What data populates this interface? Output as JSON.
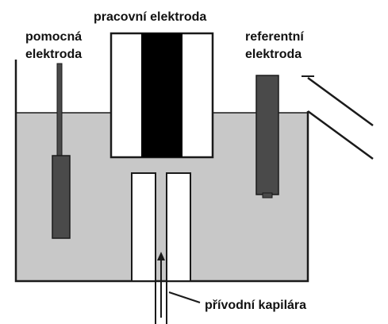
{
  "labels": {
    "working_electrode": "pracovní elektroda",
    "auxiliary_electrode_line1": "pomocná",
    "auxiliary_electrode_line2": "elektroda",
    "reference_electrode_line1": "referentní",
    "reference_electrode_line2": "elektroda",
    "inlet_capillary": "přívodní kapilára"
  },
  "colors": {
    "electrolyte": "#c8c8c8",
    "outline": "#1a1a1a",
    "electrode_rod": "#4a4a4a",
    "working_core": "#000000",
    "working_body": "#ffffff"
  }
}
